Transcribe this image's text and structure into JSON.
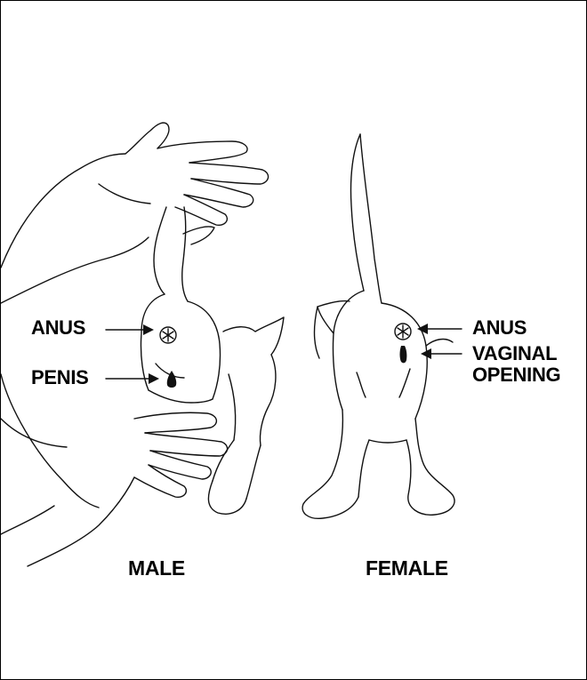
{
  "labels": {
    "male_anus": "ANUS",
    "male_penis": "PENIS",
    "female_anus": "ANUS",
    "female_vaginal_line1": "VAGINAL",
    "female_vaginal_line2": "OPENING"
  },
  "captions": {
    "male": "MALE",
    "female": "FEMALE"
  }
}
